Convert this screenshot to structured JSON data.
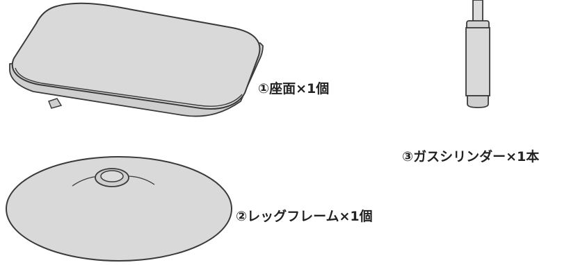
{
  "parts": {
    "seat": {
      "label": "①座面×1個",
      "icon": "seat-cushion-illustration"
    },
    "leg_frame": {
      "label": "②レッグフレーム×1個",
      "icon": "leg-frame-base-illustration"
    },
    "gas_cylinder": {
      "label": "③ガスシリンダー×1本",
      "icon": "gas-cylinder-illustration"
    }
  },
  "colors": {
    "fill": "#d7d7d7",
    "fill_light": "#e6e6e6",
    "stroke": "#3a3a3a",
    "text": "#222222"
  }
}
